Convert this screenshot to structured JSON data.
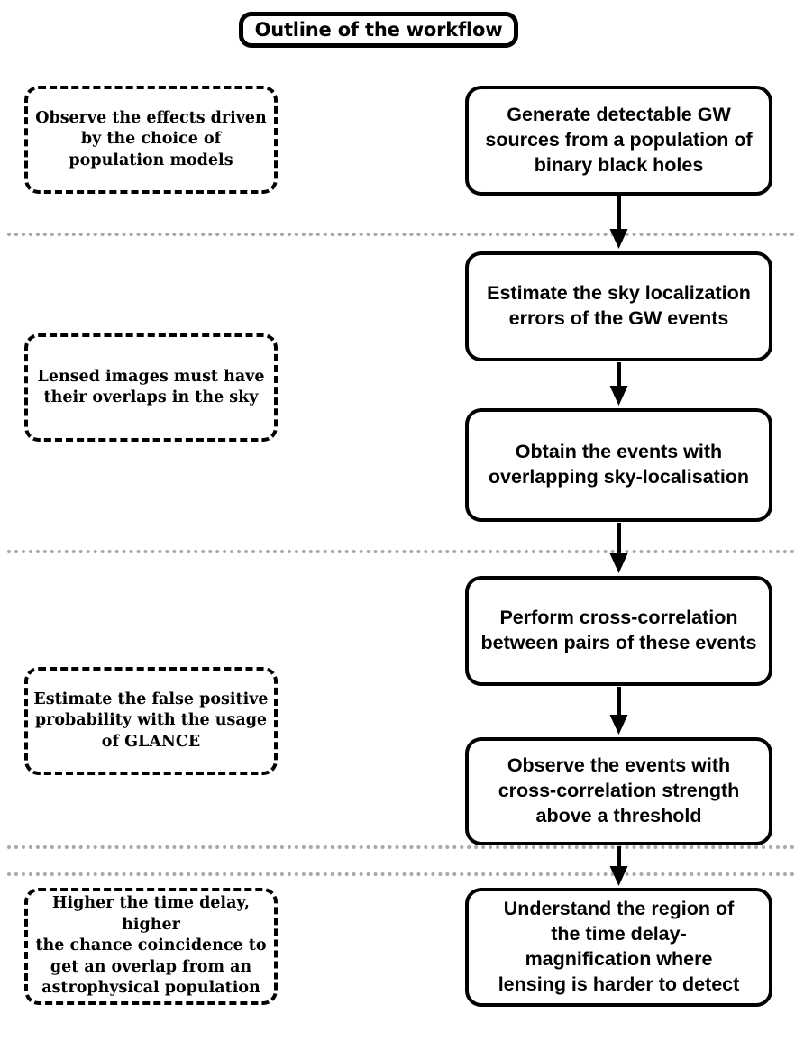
{
  "title": {
    "text": "Outline of the workflow"
  },
  "diagram": {
    "type": "flowchart",
    "columns": [
      "notes",
      "process"
    ],
    "separator_color": "#a8a8a8",
    "box_border_color": "#000000",
    "background_color": "#ffffff",
    "arrow_color": "#000000"
  },
  "notes": [
    {
      "id": "note-population-models",
      "text": "Observe the effects driven\nby the choice of\npopulation models"
    },
    {
      "id": "note-sky-overlap",
      "text": "Lensed images must have\ntheir overlaps in the sky"
    },
    {
      "id": "note-false-positive",
      "text": "Estimate the false positive\nprobability with the usage\nof GLANCE"
    },
    {
      "id": "note-time-delay",
      "text": "Higher the time delay, higher\nthe chance coincidence to\nget an overlap from an\nastrophysical population"
    }
  ],
  "steps": [
    {
      "id": "step-generate-sources",
      "text": "Generate detectable GW\nsources from a population of\nbinary black holes"
    },
    {
      "id": "step-estimate-localization",
      "text": "Estimate the sky localization\nerrors of the GW events"
    },
    {
      "id": "step-obtain-overlapping",
      "text": "Obtain the events with\noverlapping sky-localisation"
    },
    {
      "id": "step-cross-correlation",
      "text": "Perform cross-correlation\nbetween pairs of these events"
    },
    {
      "id": "step-above-threshold",
      "text": "Observe the events with\ncross-correlation strength\nabove a threshold"
    },
    {
      "id": "step-understand-region",
      "text": "Understand the region of\nthe time delay-\nmagnification where\nlensing is harder to detect"
    }
  ]
}
